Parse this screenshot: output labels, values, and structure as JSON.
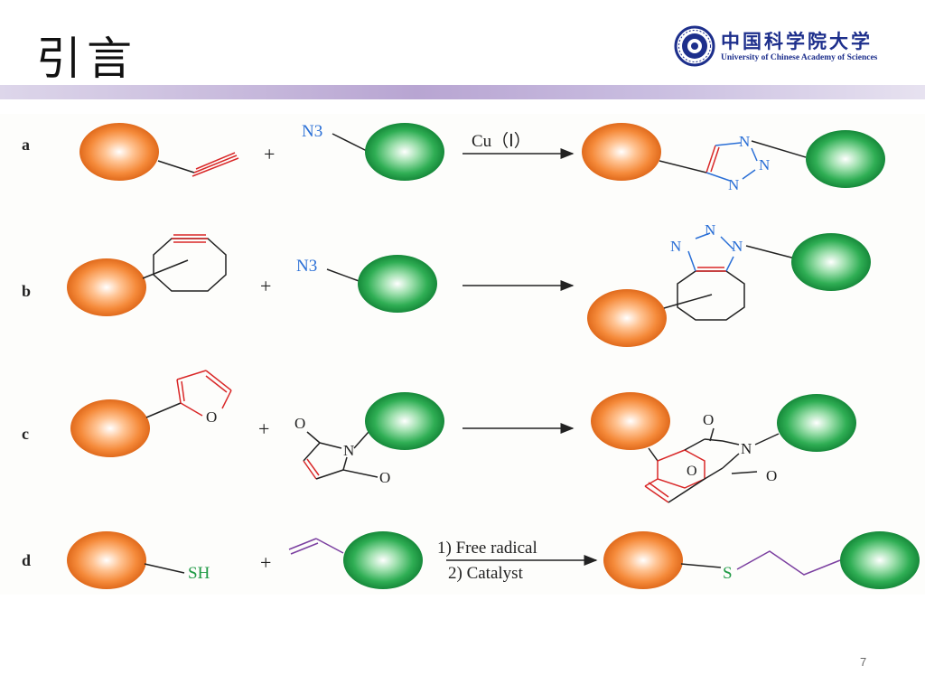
{
  "slide": {
    "title": "引言",
    "page_number": "7"
  },
  "logo": {
    "name_cn": "中国科学院大学",
    "name_en": "University of Chinese Academy of Sciences",
    "seal_text": "中国科学院大学"
  },
  "colors": {
    "orange": "#f07a2a",
    "green": "#1f9a45",
    "blue": "#2a6fd6",
    "red": "#d92828",
    "purple": "#7b3fa0"
  },
  "reactions": [
    {
      "label": "a",
      "reagent": "N3",
      "arrow": "Cu（Ⅰ）",
      "triazole_n1": "N",
      "triazole_n2": "N",
      "triazole_n3": "N"
    },
    {
      "label": "b",
      "reagent": "N3",
      "arrow": "",
      "triazole_n1": "N",
      "triazole_n2": "N",
      "triazole_n3": "N"
    },
    {
      "label": "c",
      "reagent_o1": "O",
      "reagent_n": "N",
      "reagent_o2": "O",
      "furan_o": "O",
      "product_o1": "O",
      "product_n": "N",
      "product_o2": "O",
      "product_bridge_o": "O"
    },
    {
      "label": "d",
      "reagent": "SH",
      "arrow_line1": "1) Free radical",
      "arrow_line2": "2) Catalyst",
      "product_s": "S"
    }
  ],
  "plus_sign": "+"
}
